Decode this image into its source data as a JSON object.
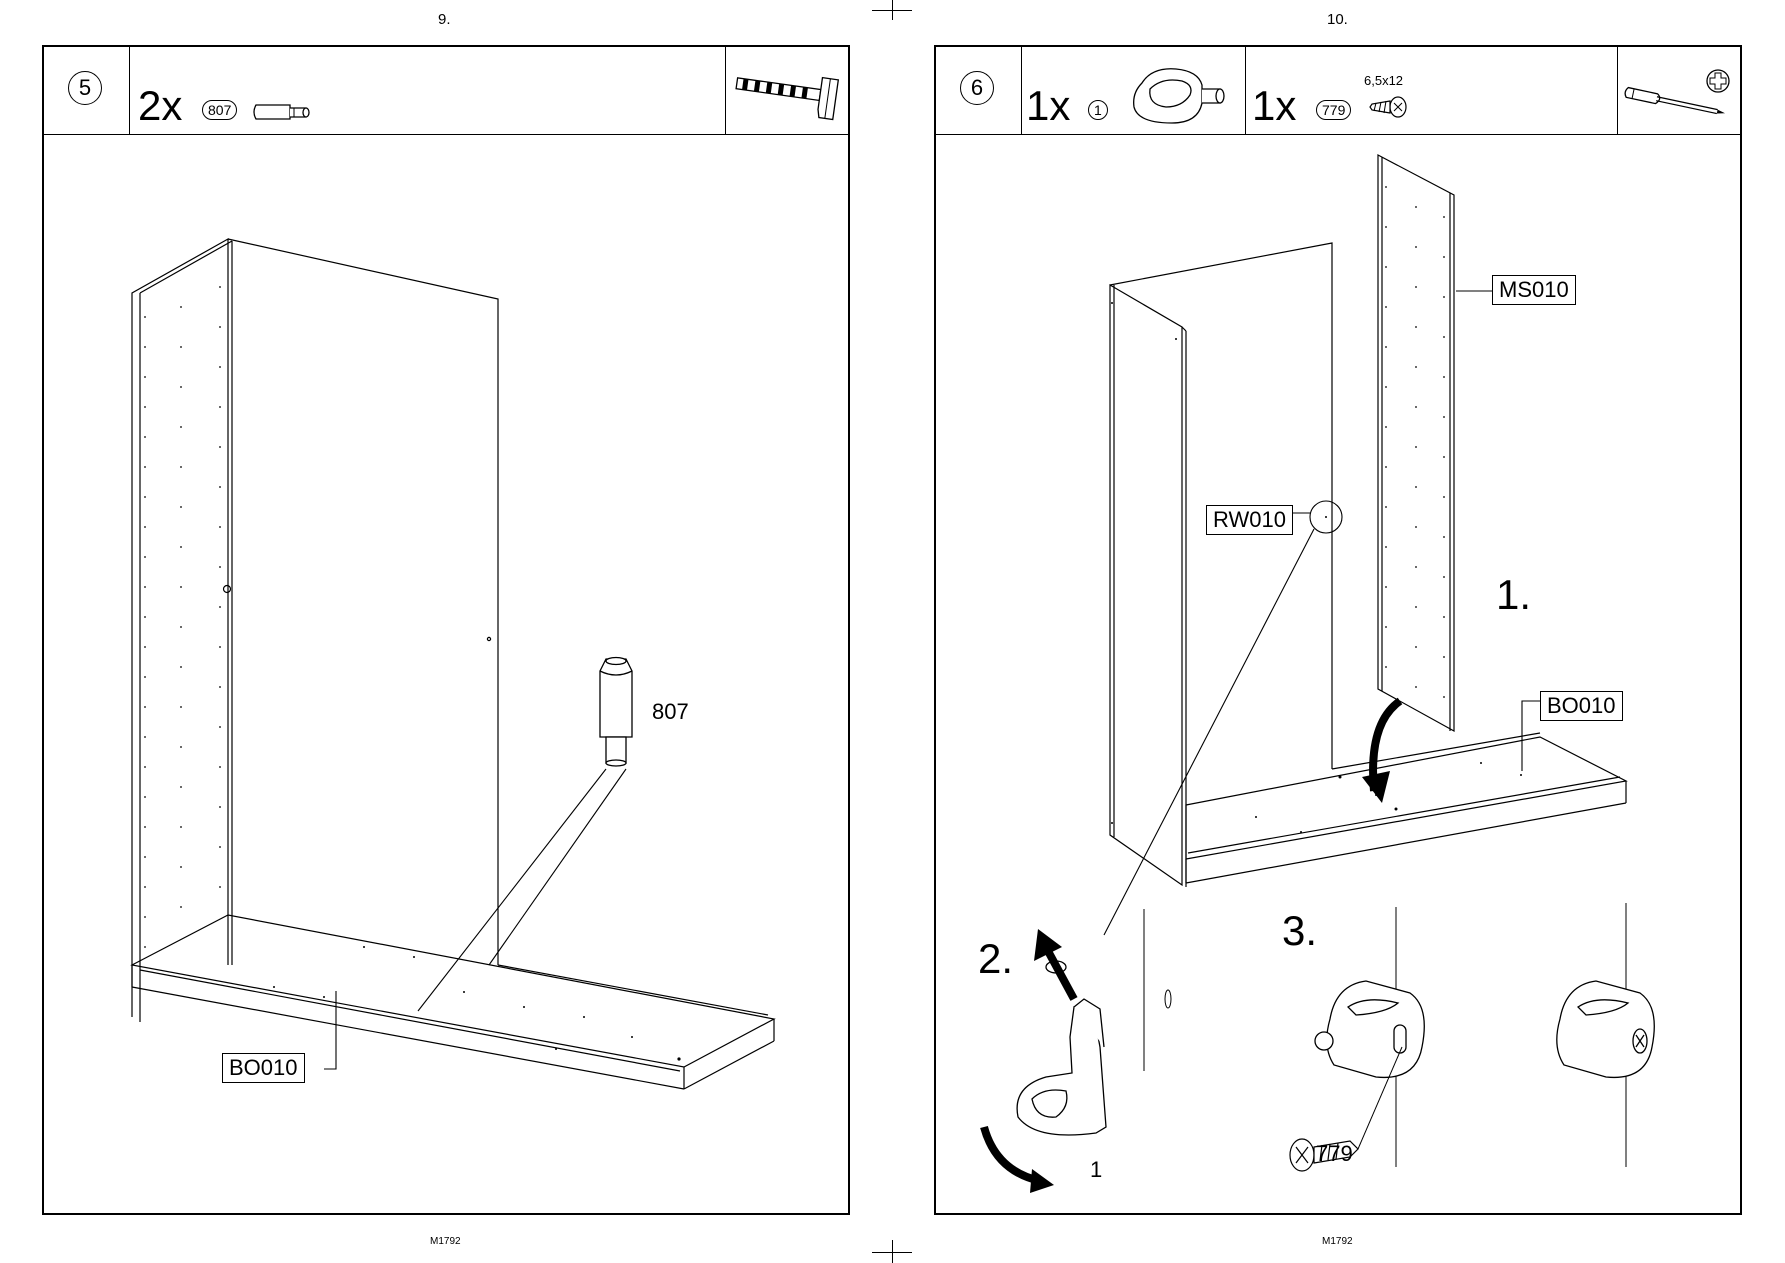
{
  "pages": [
    {
      "page_number": "9.",
      "footer": "M1792",
      "step": "5",
      "parts": [
        {
          "qty": "2x",
          "part": "807"
        }
      ],
      "tool_icon": "hammer-icon",
      "callouts": {
        "part_label": "807",
        "board_label": "BO010"
      }
    },
    {
      "page_number": "10.",
      "footer": "M1792",
      "step": "6",
      "parts": [
        {
          "qty": "1x",
          "part": "1"
        },
        {
          "qty": "1x",
          "part": "779",
          "size": "6,5x12"
        }
      ],
      "tool_icon": "phillips-screwdriver-icon",
      "callouts": {
        "side_label": "MS010",
        "back_label": "RW010",
        "board_label": "BO010",
        "step1": "1.",
        "step2": "2.",
        "step3": "3.",
        "bracket_label": "1",
        "screw_label": "779"
      }
    }
  ]
}
